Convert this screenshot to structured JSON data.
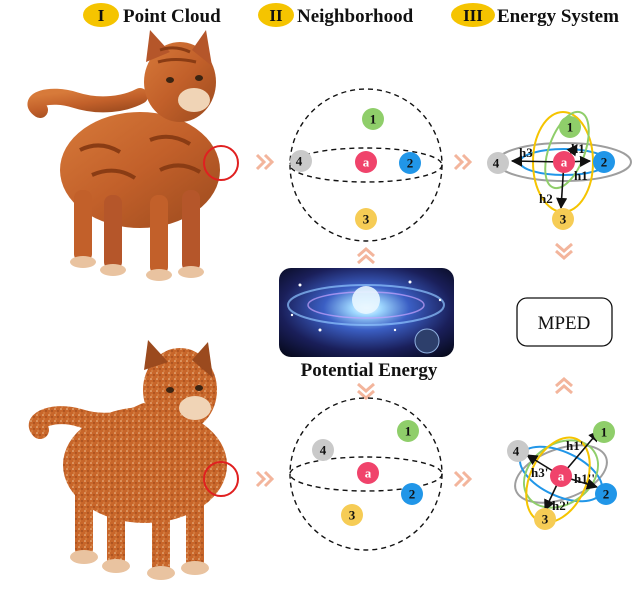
{
  "legend": {
    "step1": {
      "numeral": "I",
      "label": "Point Cloud"
    },
    "step2": {
      "numeral": "II",
      "label": "Neighborhood"
    },
    "step3": {
      "numeral": "III",
      "label": "Energy System"
    }
  },
  "colors": {
    "badge": "#f5c400",
    "point_a": "#f0436b",
    "point_1": "#8fce6a",
    "point_2": "#2196e8",
    "point_3": "#f6cc55",
    "point_4": "#c9c9c9",
    "arrow_peach": "#f3b59c",
    "arrow_grey": "#e6e6e6",
    "focus_circle": "#e02020",
    "cat_fur": "#c8662a"
  },
  "points": {
    "a": "a",
    "p1": "1",
    "p2": "2",
    "p3": "3",
    "p4": "4"
  },
  "energy_top": {
    "h1a": "h1",
    "h1b": "h1",
    "h2": "h2",
    "h3": "h3"
  },
  "energy_bottom": {
    "h1": "h1'",
    "h1b": "h1''",
    "h2": "h2'",
    "h3": "h3'"
  },
  "center": {
    "caption": "Potential Energy",
    "result": "MPED"
  },
  "icons": {
    "cat_clean": "cat-clean-illustration",
    "cat_noisy": "cat-noisy-illustration",
    "galaxy": "galaxy-image"
  }
}
